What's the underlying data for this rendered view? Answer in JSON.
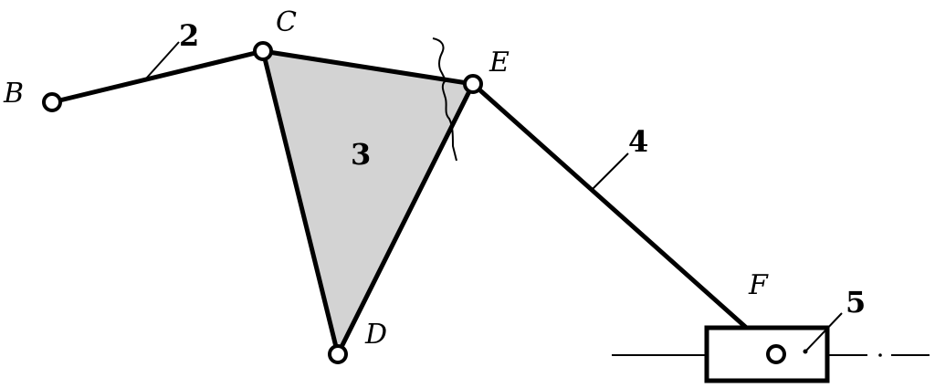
{
  "points": {
    "B": "B",
    "C": "C",
    "D": "D",
    "E": "E",
    "F": "F"
  },
  "links": {
    "link2": "2",
    "link3": "3",
    "link4": "4",
    "link5": "5"
  },
  "colors": {
    "stroke": "#000000",
    "plate_fill": "#d3d3d3",
    "joint_fill": "#ffffff"
  }
}
